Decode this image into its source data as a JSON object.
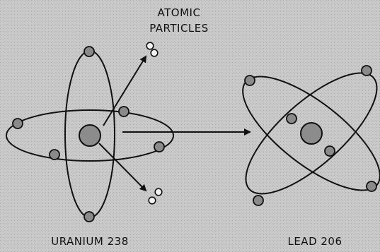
{
  "labels": {
    "particles_line1": "ATOMIC",
    "particles_line2": "PARTICLES",
    "uranium": "URANIUM 238",
    "lead": "LEAD 206"
  },
  "colors": {
    "background": "#c9c9c9",
    "stroke": "#111111",
    "nucleus": "#8c8c8c",
    "electron": "#8a8a8a",
    "particle": "#f2f2f2"
  }
}
